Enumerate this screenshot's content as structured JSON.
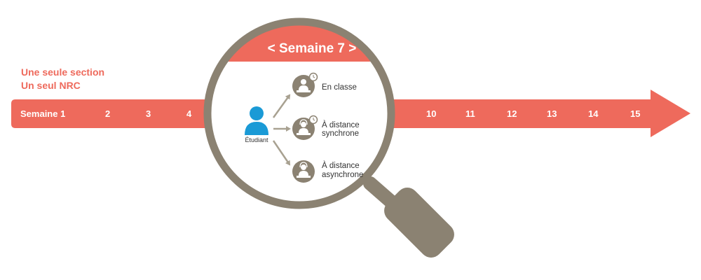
{
  "caption": {
    "line1": "Une seule section",
    "line2": "Un seul NRC"
  },
  "colors": {
    "timeline": "#ee6a5c",
    "glass": "#8b8272",
    "student": "#1a9ad6",
    "arrow": "#a8a191"
  },
  "timeline": {
    "weeks_left": [
      "Semaine 1",
      "2",
      "3",
      "4"
    ],
    "weeks_right": [
      "10",
      "11",
      "12",
      "13",
      "14",
      "15"
    ]
  },
  "lens": {
    "title": "< Semaine 7 >",
    "student_label": "Étudiant",
    "student_icon": "student-person-icon",
    "modes": [
      {
        "lines": [
          "En classe"
        ],
        "icon": "classroom-desk-clock-icon"
      },
      {
        "lines": [
          "À distance",
          "synchrone"
        ],
        "icon": "headset-desk-clock-icon"
      },
      {
        "lines": [
          "À distance",
          "asynchrone"
        ],
        "icon": "headset-desk-icon"
      }
    ]
  }
}
